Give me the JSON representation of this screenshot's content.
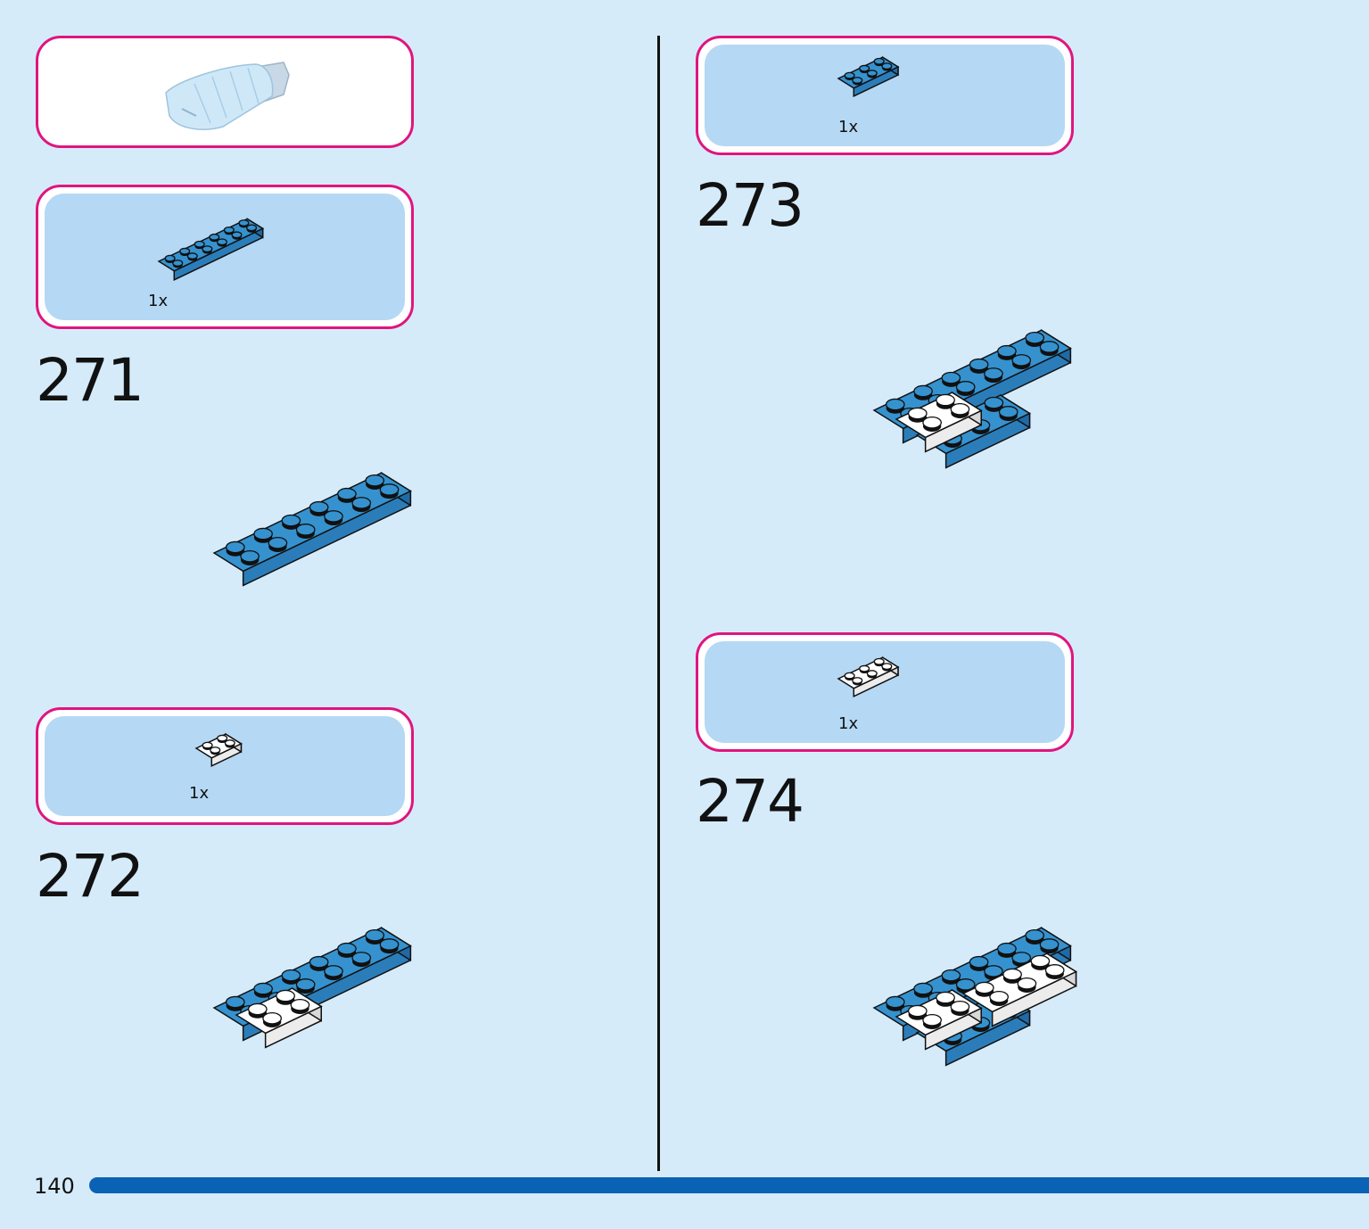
{
  "page": {
    "number": "140",
    "colors": {
      "background": "#d6ebfa",
      "callout_border": "#e0157f",
      "callout_fill": "#b5d8f4",
      "brick_blue": "#3592cf",
      "brick_white": "#ffffff",
      "page_bar": "#0a62b4"
    }
  },
  "left_column": {
    "subassembly_callout": {
      "icon": "cushion-part-icon"
    },
    "steps": [
      {
        "number": "271",
        "part_qty": "1x",
        "part_icon": "blue-plate-2x6-icon"
      },
      {
        "number": "272",
        "part_qty": "1x",
        "part_icon": "white-plate-2x2-icon"
      }
    ]
  },
  "right_column": {
    "steps": [
      {
        "number": "273",
        "part_qty": "1x",
        "part_icon": "blue-plate-2x3-icon"
      },
      {
        "number": "274",
        "part_qty": "1x",
        "part_icon": "white-plate-2x3-icon"
      }
    ]
  }
}
